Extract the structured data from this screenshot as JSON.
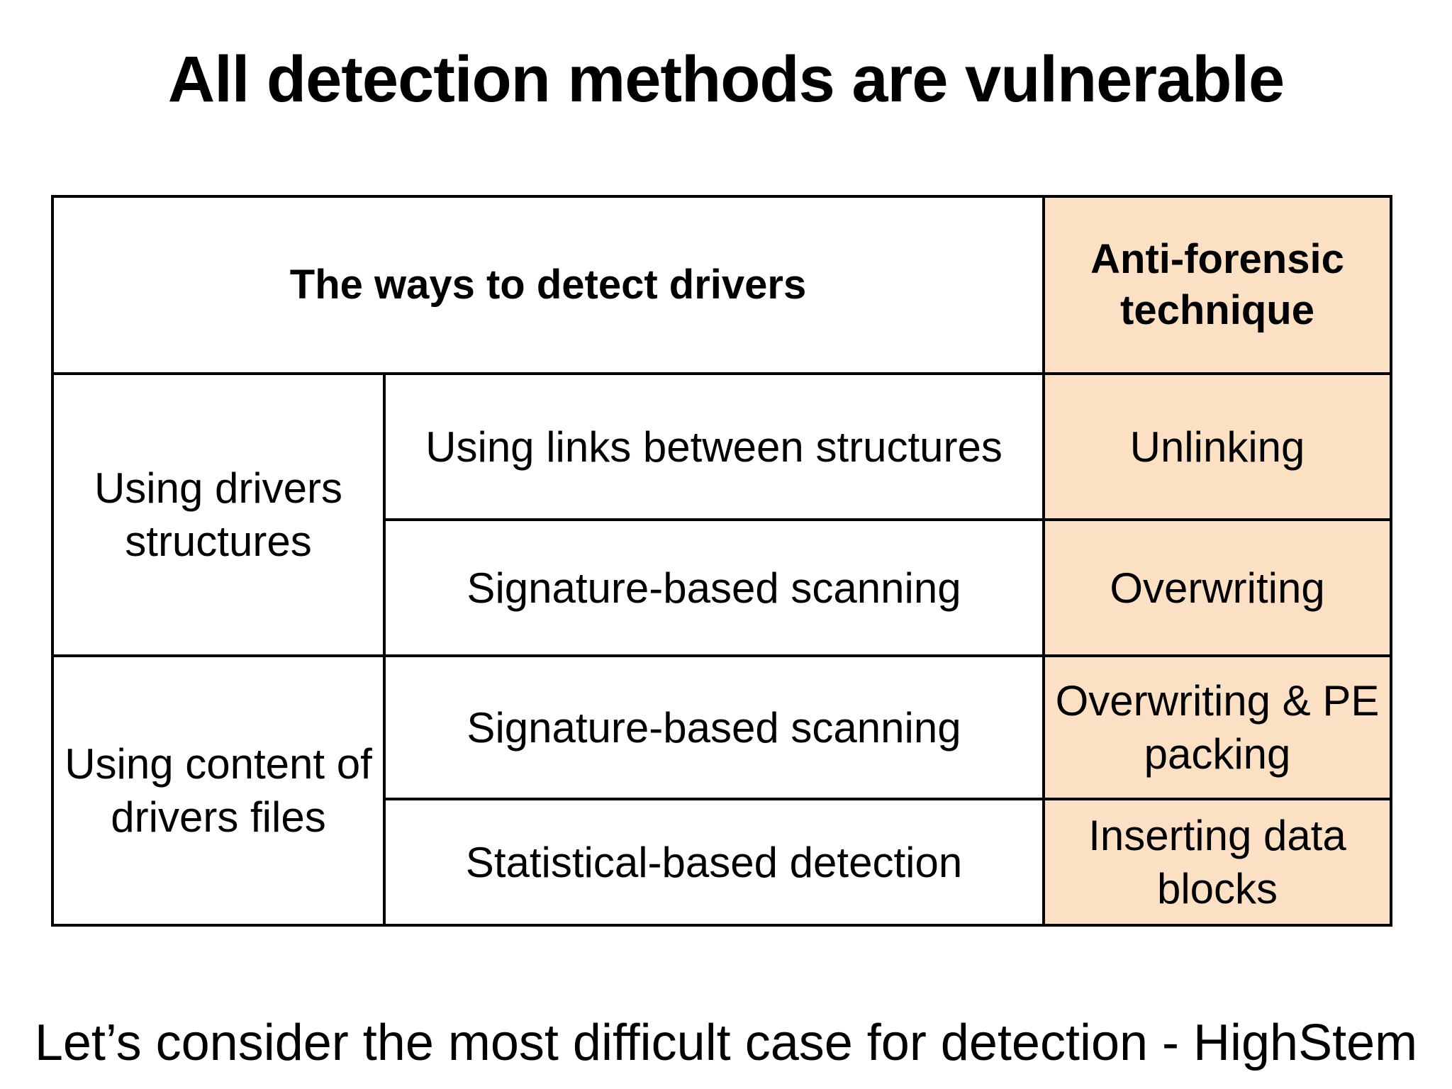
{
  "slide": {
    "title": "All detection methods are vulnerable",
    "footer": "Let’s consider the most difficult case for detection - HighStem"
  },
  "table": {
    "headers": {
      "detect_ways": "The ways to detect drivers",
      "anti_forensic": "Anti-forensic technique"
    },
    "groups": [
      {
        "category": "Using drivers structures",
        "items": [
          {
            "method": "Using links between structures",
            "technique": "Unlinking"
          },
          {
            "method": "Signature-based scanning",
            "technique": "Overwriting"
          }
        ]
      },
      {
        "category": "Using content of drivers files",
        "items": [
          {
            "method": "Signature-based scanning",
            "technique": "Overwriting & PE packing"
          },
          {
            "method": "Statistical-based detection",
            "technique": "Inserting data blocks"
          }
        ]
      }
    ]
  },
  "colors": {
    "highlight": "#fbe0c4",
    "border": "#000000",
    "text": "#000000",
    "background": "#ffffff"
  }
}
